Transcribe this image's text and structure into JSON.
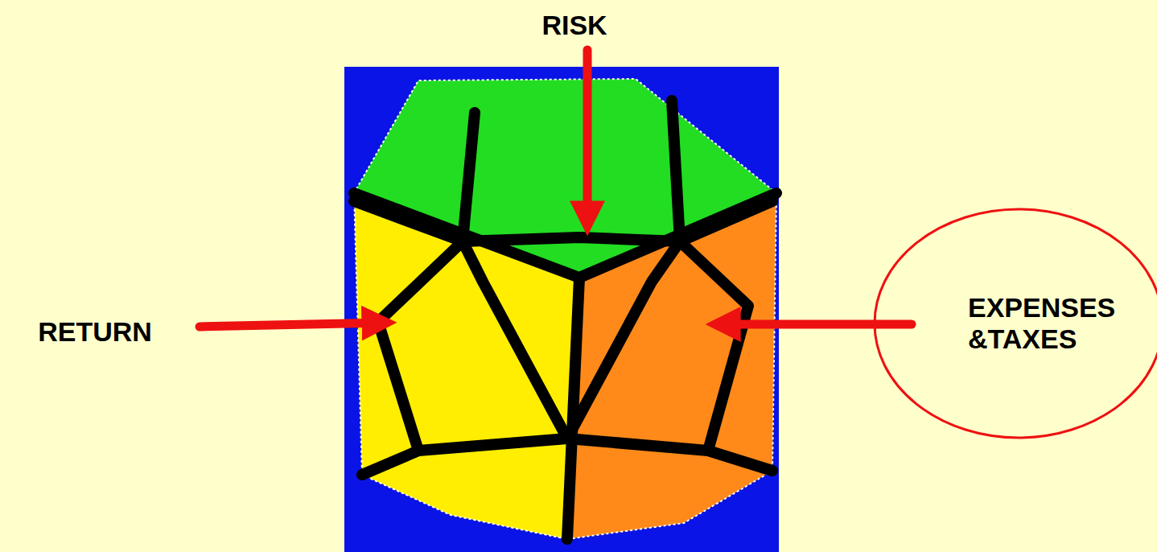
{
  "diagram": {
    "nodes": [
      {
        "text": [
          "EXPENSES &TAXES"
        ]
      }
    ],
    "labels": [
      "RISK",
      "RETURN"
    ]
  }
}
